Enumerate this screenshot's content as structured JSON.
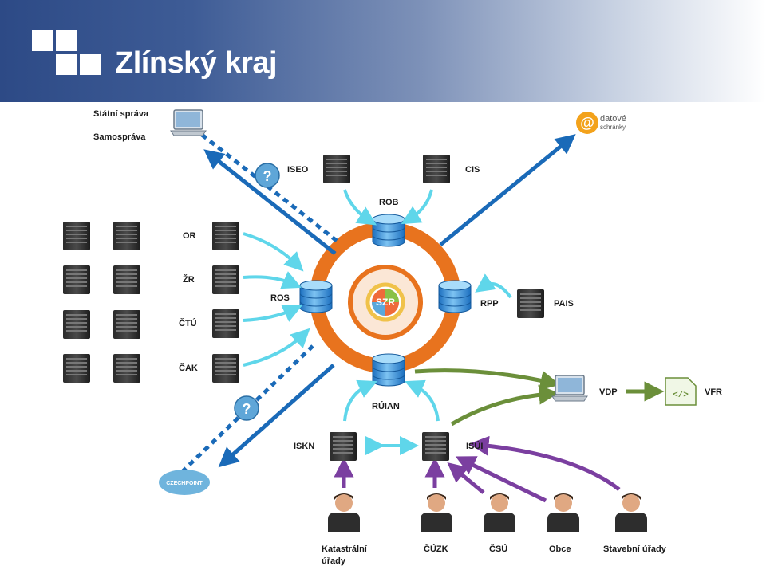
{
  "header": {
    "title": "Zlínský kraj"
  },
  "colors": {
    "orange": "#e8731e",
    "teal": "#5fd6ea",
    "blue": "#1a6ab8",
    "green": "#6b8f3a",
    "purple": "#7b3fa0"
  },
  "labels": {
    "statni_sprava": "Státní správa",
    "samosprava": "Samospráva",
    "iseo": "ISEO",
    "cis": "CIS",
    "rob": "ROB",
    "or": "OR",
    "zr": "ŽR",
    "ctu": "ČTÚ",
    "cak": "ČAK",
    "ros": "ROS",
    "rpp": "RPP",
    "pais": "PAIS",
    "ruian": "RÚIAN",
    "szr": "SZR",
    "vdp": "VDP",
    "vfr": "VFR",
    "iskn": "ISKN",
    "isui": "ISÚI",
    "datove": "datové",
    "schranky": "schránky",
    "czechpoint": "CZECHPOINT",
    "question": "?",
    "katastralni_1": "Katastrální",
    "katastralni_2": "úřady",
    "cuzk": "ČÚZK",
    "csu": "ČSÚ",
    "obce": "Obce",
    "stavebni": "Stavební úřady"
  }
}
